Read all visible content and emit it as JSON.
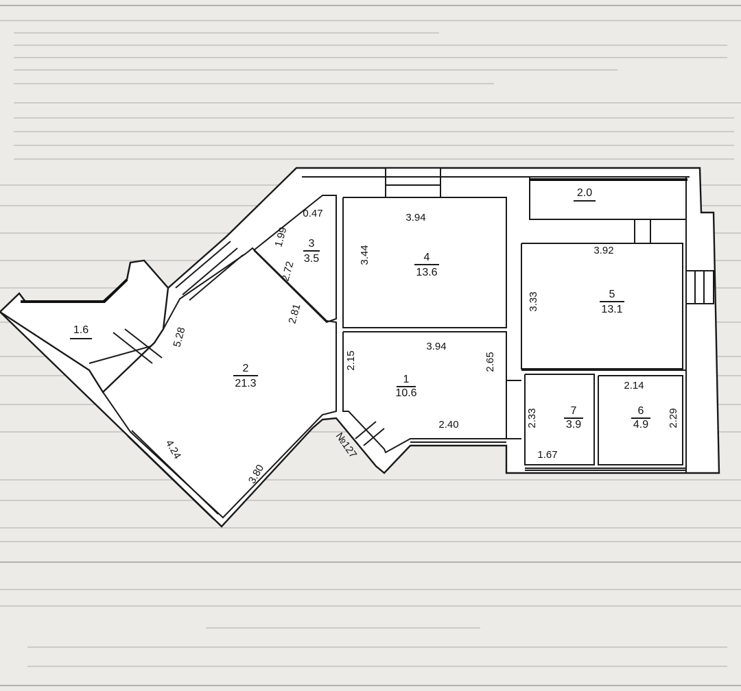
{
  "plan": {
    "apartment_number": "№127",
    "rooms": [
      {
        "number": "1",
        "area": "10.6"
      },
      {
        "number": "2",
        "area": "21.3"
      },
      {
        "number": "3",
        "area": "3.5"
      },
      {
        "number": "4",
        "area": "13.6"
      },
      {
        "number": "5",
        "area": "13.1"
      },
      {
        "number": "6",
        "area": "4.9"
      },
      {
        "number": "7",
        "area": "3.9"
      }
    ],
    "balconies": [
      {
        "area": "1.6"
      },
      {
        "area": "2.0"
      }
    ],
    "dimensions": {
      "room1_top": "3.94",
      "room1_left": "2.15",
      "room1_right": "2.65",
      "room1_bottom": "2.40",
      "room2_upper_left": "5.28",
      "room2_upper_right": "2.81",
      "room2_lower_left": "4.24",
      "room2_lower_right": "3.80",
      "room3_top": "0.47",
      "room3_left": "1.99",
      "room3_diag": "2.72",
      "room4_top": "3.94",
      "room4_left": "3.44",
      "room5_top": "3.92",
      "room5_left": "3.33",
      "room6_top": "2.14",
      "room6_right": "2.29",
      "room7_left": "2.33",
      "room7_bottom": "1.67"
    }
  }
}
